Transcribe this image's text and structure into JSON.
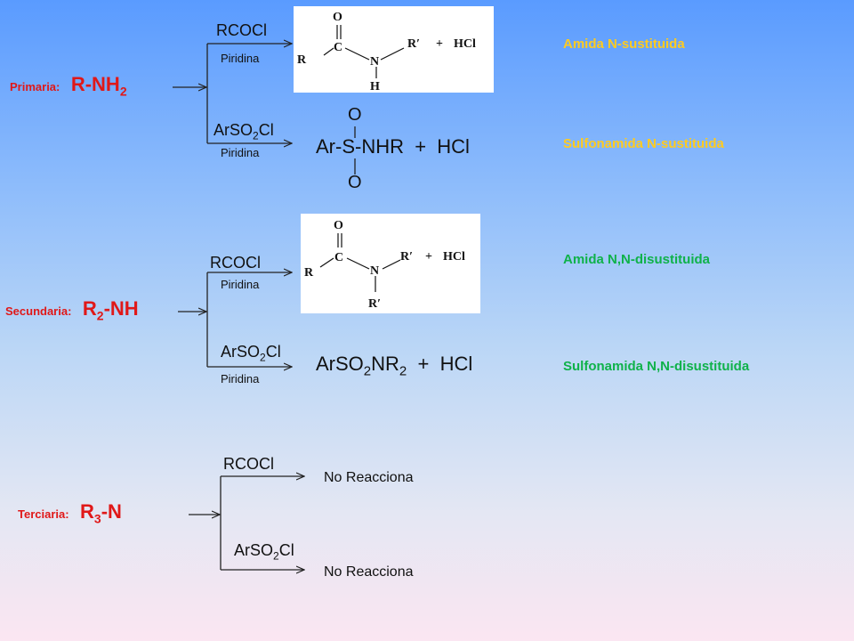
{
  "primary": {
    "label": "Primaria:",
    "amine": "R-NH",
    "amine_sub": "2",
    "branch_top": {
      "reagent": "RCOCl",
      "solvent": "Piridina"
    },
    "product_top": {
      "atoms": {
        "o": "O",
        "c": "C",
        "r": "R",
        "n": "N",
        "r2": "R′",
        "plus": "+",
        "hcl": "HCl",
        "h": "H"
      }
    },
    "result_top": "Amida N-sustituida",
    "branch_bottom": {
      "reagent_main": "ArSO",
      "reagent_sub": "2",
      "reagent_tail": "Cl",
      "solvent": "Piridina"
    },
    "product_bottom": {
      "o_top": "O",
      "formula": "Ar-S-NHR  +  HCl",
      "o_bottom": "O"
    },
    "result_bottom": "Sulfonamida N-sustituida"
  },
  "secondary": {
    "label": "Secundaria:",
    "amine_r": "R",
    "amine_sub": "2",
    "amine_tail": "-NH",
    "branch_top": {
      "reagent": "RCOCl",
      "solvent": "Piridina"
    },
    "product_top": {
      "atoms": {
        "o": "O",
        "c": "C",
        "r": "R",
        "n": "N",
        "r2": "R′",
        "plus": "+",
        "hcl": "HCl",
        "r3": "R′"
      }
    },
    "result_top": "Amida N,N-disustituida",
    "branch_bottom": {
      "reagent_main": "ArSO",
      "reagent_sub": "2",
      "reagent_tail": "Cl",
      "solvent": "Piridina"
    },
    "product_bottom": {
      "p1": "ArSO",
      "s1": "2",
      "p2": "NR",
      "s2": "2",
      "p3": "  +  HCl"
    },
    "result_bottom": "Sulfonamida N,N-disustituida"
  },
  "tertiary": {
    "label": "Terciaria:",
    "amine_r": "R",
    "amine_sub": "3",
    "amine_tail": "-N",
    "branch_top": {
      "reagent": "RCOCl",
      "result": "No Reacciona"
    },
    "branch_bottom": {
      "reagent_main": "ArSO",
      "reagent_sub": "2",
      "reagent_tail": "Cl",
      "result": "No Reacciona"
    }
  },
  "colors": {
    "red": "#e01818",
    "yellow": "#ffcb1f",
    "green": "#0fb24a"
  }
}
